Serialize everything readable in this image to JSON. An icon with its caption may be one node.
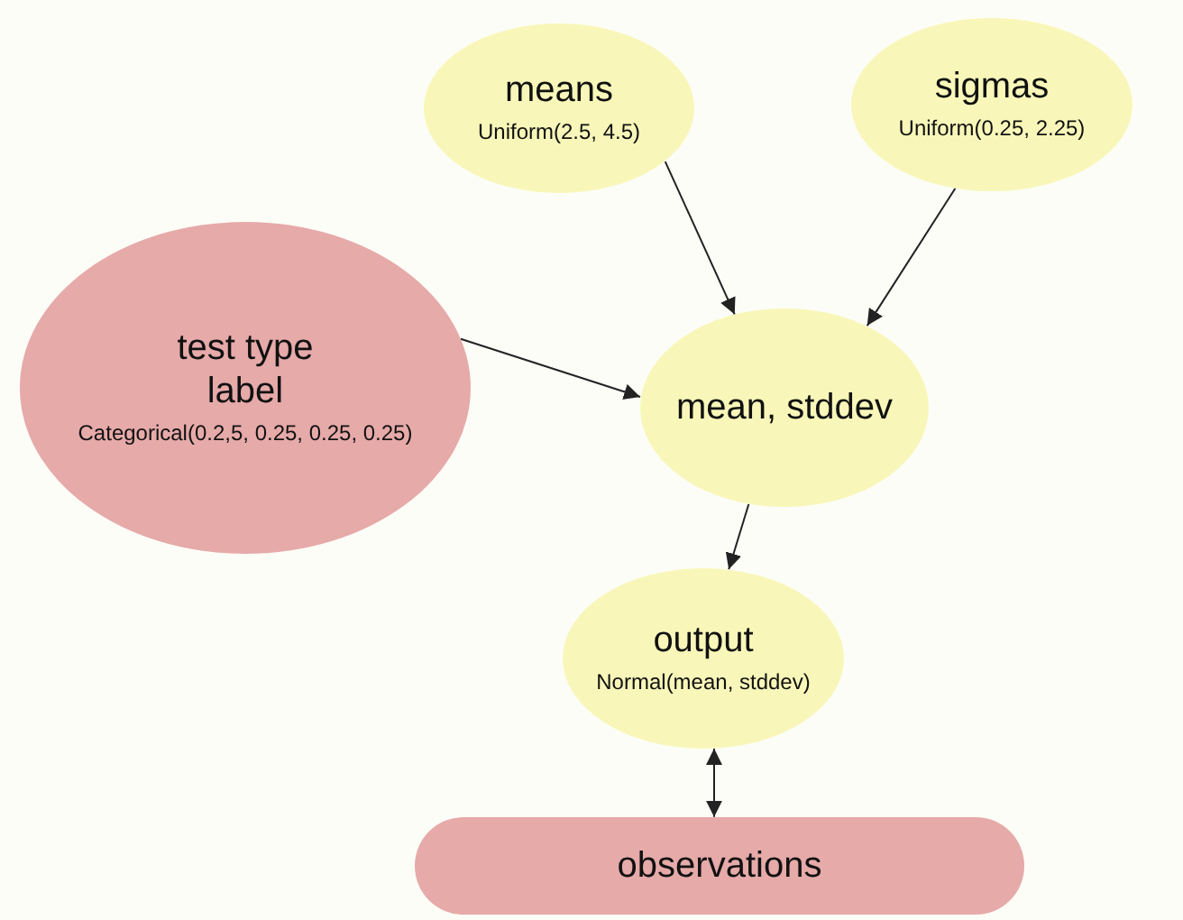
{
  "diagram": {
    "nodes": [
      {
        "text": [
          "means",
          "Uniform(2.5, 4.5)"
        ]
      },
      {
        "text": [
          "sigmas",
          "Uniform(0.25, 2.25)"
        ]
      },
      {
        "text": [
          "test type label",
          "Categorical(0.2,5, 0.25, 0.25, 0.25)"
        ]
      },
      {
        "text": [
          "mean, stddev"
        ]
      },
      {
        "text": [
          "output",
          "Normal(mean, stddev)"
        ]
      },
      {
        "text": [
          "observations"
        ]
      }
    ],
    "edges": [
      {
        "from": 0,
        "to": 3,
        "arrow": "to"
      },
      {
        "from": 1,
        "to": 3,
        "arrow": "to"
      },
      {
        "from": 2,
        "to": 3,
        "arrow": "to"
      },
      {
        "from": 3,
        "to": 4,
        "arrow": "to"
      },
      {
        "from": 4,
        "to": 5,
        "arrow": "both"
      }
    ]
  }
}
